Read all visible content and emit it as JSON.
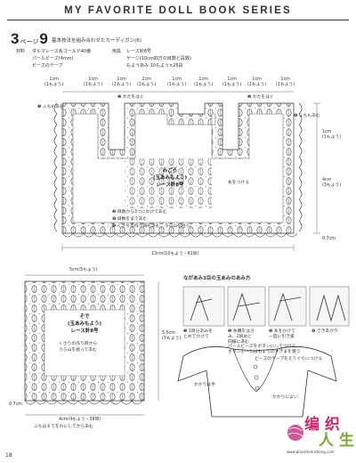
{
  "header": {
    "title": "MY FAVORITE DOLL BOOK SERIES"
  },
  "pattern": {
    "num_a": "3",
    "page_word": "ページ",
    "num_b": "9",
    "title": "基本技法を組み合わせたカーディガン(6)"
  },
  "materials": {
    "label": "材料",
    "items": [
      "ダルマレース糸ゴールド40番",
      "パールビーズ(4mm)",
      "ビーズのテープ"
    ],
    "tools_label": "用具",
    "tools": [
      "レース針8号",
      "ゲージ(10cm四方の目数と段数)",
      "もようあみ 10もよう×25段"
    ]
  },
  "top_dims": {
    "a": "1cm",
    "a_sub": "(1もよう)",
    "b": "1cm",
    "b_sub": "(1もよう)",
    "c": "1cm",
    "c_sub": "(1もよう)",
    "d": "2cm",
    "d_sub": "(2もよう)",
    "e": "1cm",
    "e_sub": "(1もよう)",
    "f": "1cm",
    "f_sub": "(1もよう)",
    "g": "1cm",
    "g_sub": "(1もよう)",
    "h": "1cm",
    "h_sub": "(1もよう)",
    "i": "1cm",
    "i_sub": "(1もよう)"
  },
  "body_notes": {
    "n1": "❶ ふちもあむ",
    "n2": "❷ かたをはぐ",
    "n3": "❷ かたをはぐ",
    "n4": "❹ ふちもあむ",
    "center1": "みごろ",
    "center2": "(玉あみもよう)",
    "center3": "レース針8号",
    "step3": "❸ 目数から3つにわけてあむ",
    "step4": "❹ 目数をまであむ",
    "step5": "❺ くさりの作り目をあむ、うら山を拾う",
    "side_a": "糸をつける",
    "bottom": "13cm(10もよう・61目)",
    "r1": "1cm",
    "r2": "(1もよう)",
    "r3": "4cm",
    "r4": "(3もよう)",
    "r5": "0.7cm"
  },
  "sleeve": {
    "top1": "5cm(5もよう)",
    "center1": "そで",
    "center2": "(玉あみもよう)",
    "center3": "レース針8号",
    "note1": "くさりの作り目から",
    "note2": "うら山を拾ってあむ",
    "side": "5.5cm",
    "side2": "(7もよう)",
    "bottom1": "4cm(4もよう・39目)",
    "bottom2": "ふちはそでをわにしてからあむ",
    "left": "0.7cm"
  },
  "howto": {
    "title": "ながあみ3目の玉あみのあみ方",
    "s1a": "❶ 1目分あみを",
    "s1b": "とめてかけて",
    "s2a": "❷ 糸端をはさ",
    "s2b": "み、2目めと",
    "s2c": "同様にあむ",
    "s3a": "❸ 糸をかけて",
    "s3b": "一度に引き抜",
    "s4": "❹ できあがり",
    "bead1": "パールビーズをボタンにしてつける。",
    "bead2": "ボタンホールはもようのすきまを使う",
    "bead3": "ビーズのテープをえりぐりにつける"
  },
  "cardigan": {
    "label1": "かかりは手",
    "label2": "かかりによい"
  },
  "page_number": "18",
  "watermark": {
    "line1": "编 织",
    "line2": "人 生",
    "url": "www.bianzhirensheng.com"
  }
}
